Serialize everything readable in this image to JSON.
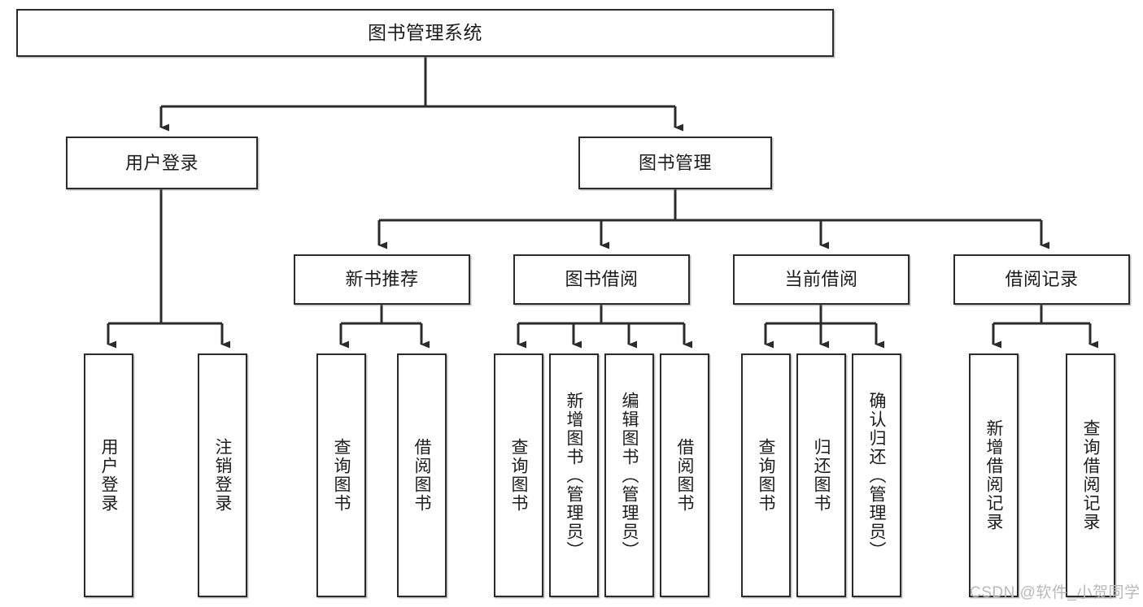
{
  "diagram": {
    "type": "hierarchy-tree",
    "title": "图书管理系统",
    "watermark": "CSDN @软件_小贺同学",
    "colors": {
      "stroke": "#2b2b2b",
      "fill": "#ffffff",
      "text": "#1c1c1c",
      "watermark": "#b9b9b9"
    },
    "nodes": {
      "root": {
        "label": "图书管理系统"
      },
      "level2": [
        {
          "id": "user-login",
          "label": "用户登录"
        },
        {
          "id": "book-manage",
          "label": "图书管理"
        }
      ],
      "level3": [
        {
          "id": "new-book-recommend",
          "label": "新书推荐"
        },
        {
          "id": "book-borrow",
          "label": "图书借阅"
        },
        {
          "id": "current-borrow",
          "label": "当前借阅"
        },
        {
          "id": "borrow-record",
          "label": "借阅记录"
        }
      ],
      "level4": [
        {
          "id": "leaf-user-login",
          "label": "用户登录",
          "parent": "user-login"
        },
        {
          "id": "leaf-logout-login",
          "label": "注销登录",
          "parent": "user-login"
        },
        {
          "id": "leaf-query-book-1",
          "label": "查询图书",
          "parent": "new-book-recommend"
        },
        {
          "id": "leaf-borrow-book-1",
          "label": "借阅图书",
          "parent": "new-book-recommend"
        },
        {
          "id": "leaf-query-book-2",
          "label": "查询图书",
          "parent": "book-borrow"
        },
        {
          "id": "leaf-add-book",
          "label": "新增图书（管理员）",
          "parent": "book-borrow"
        },
        {
          "id": "leaf-edit-book",
          "label": "编辑图书（管理员）",
          "parent": "book-borrow"
        },
        {
          "id": "leaf-borrow-book-2",
          "label": "借阅图书",
          "parent": "book-borrow"
        },
        {
          "id": "leaf-query-book-3",
          "label": "查询图书",
          "parent": "current-borrow"
        },
        {
          "id": "leaf-return-book",
          "label": "归还图书",
          "parent": "current-borrow"
        },
        {
          "id": "leaf-confirm-return",
          "label": "确认归还（管理员）",
          "parent": "current-borrow"
        },
        {
          "id": "leaf-add-record",
          "label": "新增借阅记录",
          "parent": "borrow-record"
        },
        {
          "id": "leaf-query-record",
          "label": "查询借阅记录",
          "parent": "borrow-record"
        }
      ]
    }
  }
}
